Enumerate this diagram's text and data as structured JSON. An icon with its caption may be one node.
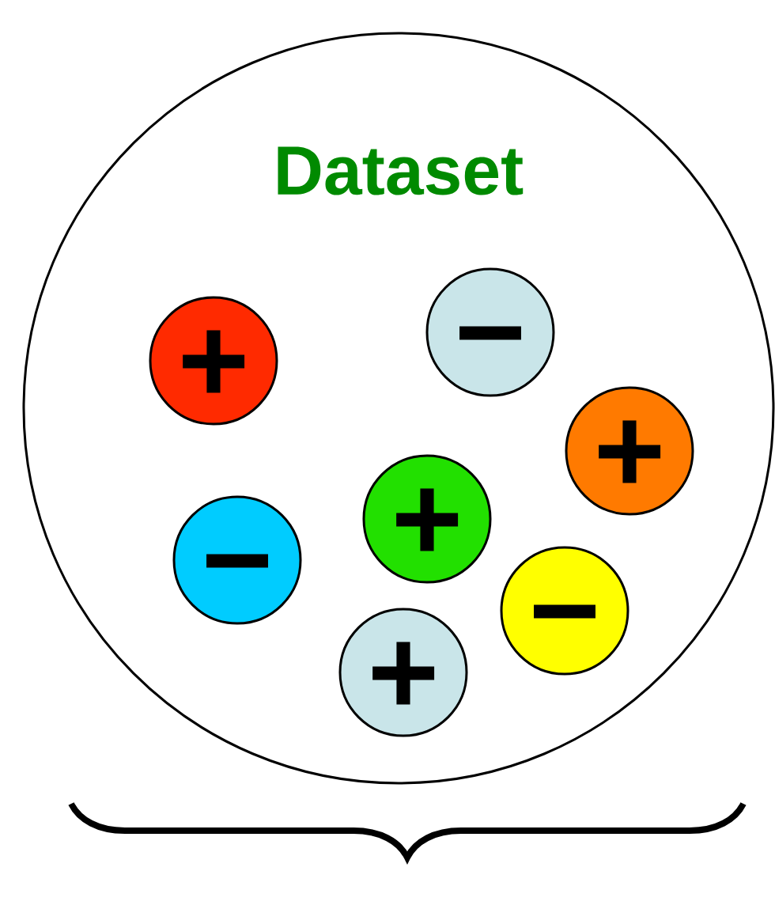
{
  "diagram": {
    "nodes": [
      {
        "text": [
          "Dataset"
        ]
      },
      {
        "text": [
          "+"
        ],
        "in": 0
      },
      {
        "text": [
          "−"
        ],
        "in": 0
      },
      {
        "text": [
          "+"
        ],
        "in": 0
      },
      {
        "text": [
          "−"
        ],
        "in": 0
      },
      {
        "text": [
          "+"
        ],
        "in": 0
      },
      {
        "text": [
          "−"
        ],
        "in": 0
      },
      {
        "text": [
          "+"
        ],
        "in": 0
      }
    ]
  }
}
